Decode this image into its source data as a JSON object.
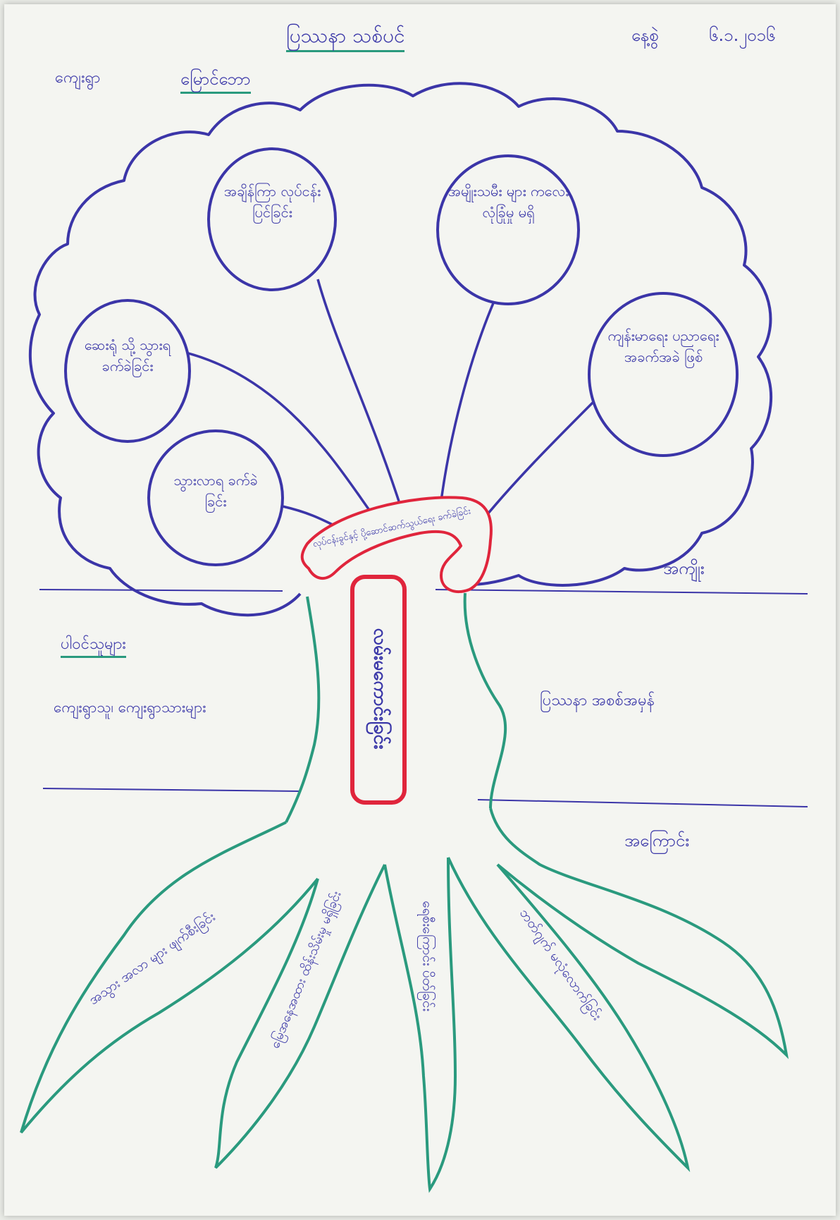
{
  "header": {
    "title": "ပြဿနာ သစ်ပင်",
    "date_label": "နေ့စွဲ",
    "date_value": "၆.၁.၂၀၁၆",
    "group_label": "ကျေးရွာ",
    "group_value": "မြောင်ဘော"
  },
  "tree": {
    "core_problem": "လမ်းမကောင်းခြင်း",
    "effects_band": "လုပ်ငန်းခွင်နှင့် ပို့ဆောင်ဆက်သွယ်ရေး ခက်ခဲခြင်း",
    "effects": [
      "အချိန်ကြာ လုပ်ငန်းပြင်ခြင်း",
      "အမျိုးသမီး များ ကလေး လုံခြုံမှု မရှိ",
      "ကျန်းမာရေး ပညာရေး အခက်အခဲ ဖြစ်",
      "ဆေးရုံ သို့ သွားရ ခက်ခဲခြင်း",
      "သွားလာရ ခက်ခဲခြင်း"
    ],
    "causes": [
      "အသွား အလာ များ ဖျက်စီးခြင်း",
      "မြေအနေအထား ထိန်းသိမ်းမှု မရှိခြင်း",
      "ရေစီးကြောင်း ပိတ်ခြင်း",
      "ဘတ်ဂျက် မလုံလောက်ခြင်း"
    ]
  },
  "side_labels": {
    "effects_label": "အကျိုး",
    "causes_label": "အကြောင်း",
    "stakeholders_title": "ပါဝင်သူများ",
    "stakeholders": "ကျေးရွာသူ၊ ကျေးရွာသားများ",
    "problem_label": "ပြဿနာ အစစ်အမှန်"
  },
  "colors": {
    "canopy": "#3b35a8",
    "trunk": "#2a9a7e",
    "highlight": "#e0253c",
    "ink": "#3a37a8",
    "paper": "#f4f5f1"
  }
}
